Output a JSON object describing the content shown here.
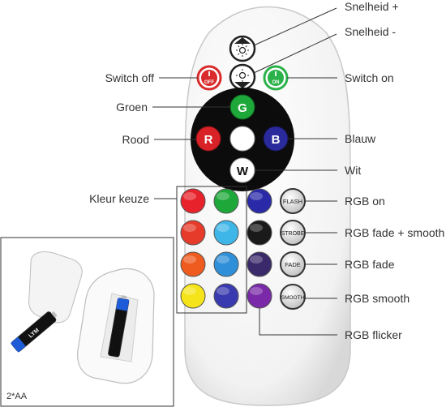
{
  "labels": {
    "speed_up": "Snelheid +",
    "speed_down": "Snelheid -",
    "switch_off": "Switch off",
    "switch_on": "Switch on",
    "green": "Groen",
    "red": "Rood",
    "blue": "Blauw",
    "white": "Wit",
    "color_choice": "Kleur keuze",
    "rgb_on": "RGB on",
    "rgb_fade_smooth": "RGB fade + smooth",
    "rgb_fade": "RGB fade",
    "rgb_smooth": "RGB smooth",
    "rgb_flicker": "RGB flicker"
  },
  "buttons": {
    "off": "OFF",
    "on": "ON",
    "green": "G",
    "red": "R",
    "blue": "B",
    "white": "W",
    "flash": "FLASH",
    "strobe": "STROBE",
    "fade": "FADE",
    "smooth": "SMOOTH"
  },
  "battery": {
    "caption": "2*AA",
    "brand": "LYM"
  },
  "colors": {
    "grid_left": [
      "#e8222a",
      "#e63a2a",
      "#ef5a1e",
      "#f6e41a"
    ],
    "grid_mid": [
      "#1fa83a",
      "#3fb6e8",
      "#2f8fd8",
      "#3a3ab0"
    ],
    "grid_right": [
      "#2a2aa8",
      "#1a1a1a",
      "#3b2a6b",
      "#7a2aa8"
    ],
    "off_ring": "#d92b2b",
    "on_ring": "#2bb24a",
    "green_btn": "#1fa83a",
    "red_btn": "#d92228",
    "blue_btn": "#2a2a9c"
  }
}
